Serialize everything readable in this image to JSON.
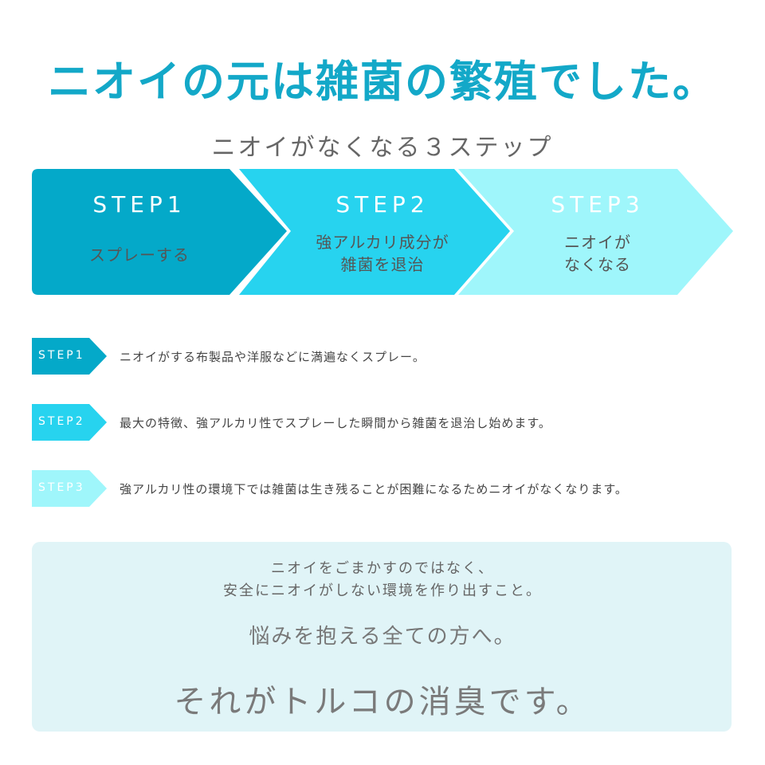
{
  "headline": "ニオイの元は雑菌の繁殖でした。",
  "subtitle": "ニオイがなくなる３ステップ",
  "steps": [
    {
      "label": "STEP1",
      "desc_lines": [
        "スプレーする"
      ],
      "color": "#04a9c9"
    },
    {
      "label": "STEP2",
      "desc_lines": [
        "強アルカリ成分が",
        "雑菌を退治"
      ],
      "color": "#27d3ef"
    },
    {
      "label": "STEP3",
      "desc_lines": [
        "ニオイが",
        "なくなる"
      ],
      "color": "#9ff6fb"
    }
  ],
  "details": [
    {
      "badge": "STEP1",
      "text": "ニオイがする布製品や洋服などに満遍なくスプレー。"
    },
    {
      "badge": "STEP2",
      "text": "最大の特徴、強アルカリ性でスプレーした瞬間から雑菌を退治し始めます。"
    },
    {
      "badge": "STEP3",
      "text": "強アルカリ性の環境下では雑菌は生き残ることが困難になるためニオイがなくなります。"
    }
  ],
  "message": {
    "line1": [
      "ニオイをごまかすのではなく、",
      "安全にニオイがしない環境を作り出すこと。"
    ],
    "line2": "悩みを抱える全ての方へ。",
    "line3": "それがトルコの消臭です。",
    "background": "#e0f4f7"
  }
}
